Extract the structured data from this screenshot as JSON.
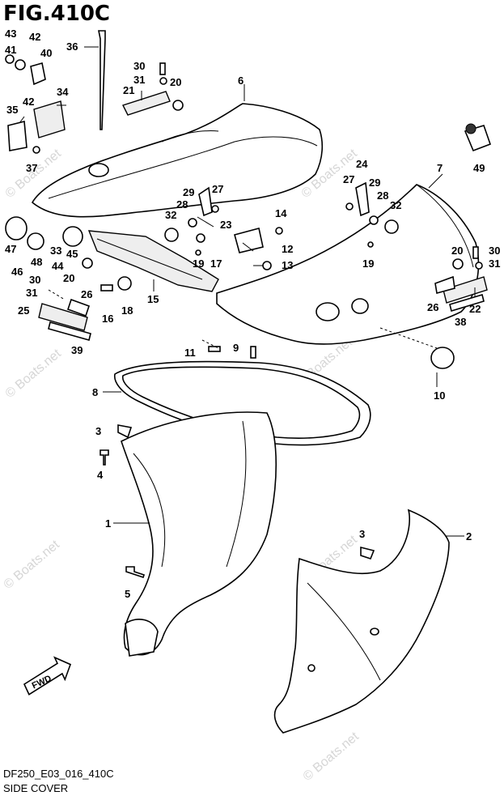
{
  "header": {
    "figure_title": "FIG.410C"
  },
  "footer": {
    "diagram_code": "DF250_E03_016_410C",
    "section_name": "SIDE COVER"
  },
  "watermark": {
    "text": "© Boats.net",
    "color": "#d6d6d6"
  },
  "callouts": {
    "p1": "1",
    "p2": "2",
    "p3a": "3",
    "p3b": "3",
    "p4": "4",
    "p5": "5",
    "p6": "6",
    "p7": "7",
    "p8": "8",
    "p9": "9",
    "p10": "10",
    "p11": "11",
    "p12": "12",
    "p13": "13",
    "p14": "14",
    "p15": "15",
    "p16": "16",
    "p17": "17",
    "p18": "18",
    "p19a": "19",
    "p19b": "19",
    "p20a": "20",
    "p20b": "20",
    "p20c": "20",
    "p21": "21",
    "p22": "22",
    "p23": "23",
    "p24": "24",
    "p25": "25",
    "p26a": "26",
    "p26b": "26",
    "p27a": "27",
    "p27b": "27",
    "p28a": "28",
    "p28b": "28",
    "p29a": "29",
    "p29b": "29",
    "p30a": "30",
    "p30b": "30",
    "p30c": "30",
    "p31a": "31",
    "p31b": "31",
    "p31c": "31",
    "p32a": "32",
    "p32b": "32",
    "p33": "33",
    "p34": "34",
    "p35": "35",
    "p36": "36",
    "p37": "37",
    "p38": "38",
    "p39": "39",
    "p40": "40",
    "p41": "41",
    "p42a": "42",
    "p42b": "42",
    "p43": "43",
    "p44": "44",
    "p45": "45",
    "p46": "46",
    "p47": "47",
    "p48": "48",
    "p49": "49"
  },
  "fwd_badge": {
    "label": "FWD",
    "icon": "forward-arrow-icon"
  }
}
